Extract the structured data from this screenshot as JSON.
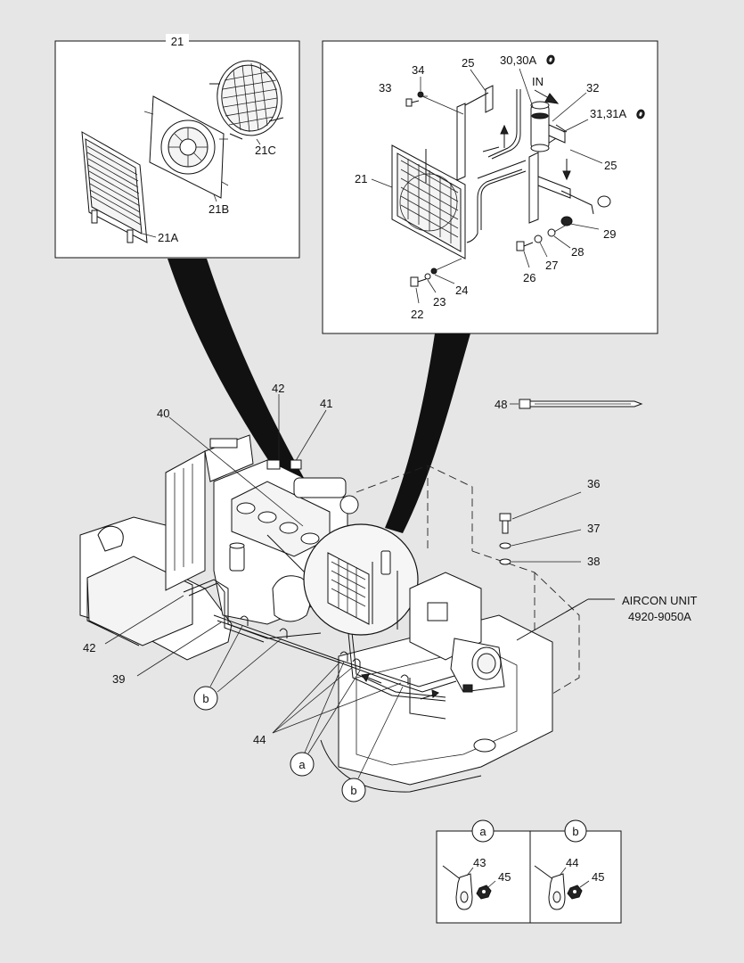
{
  "inset_left": {
    "title": "21",
    "labels": {
      "grille": "21A",
      "shroud": "21B",
      "fan_guard": "21C"
    }
  },
  "inset_right": {
    "labels": {
      "radiator": "21",
      "bolt_top": "33",
      "washer_top": "34",
      "bracket_top": "25",
      "drier": "30,30A",
      "inlet": "IN",
      "drier_bracket": "32",
      "pipe_fitting": "31,31A",
      "bracket_right": "25",
      "bolt_low": "22",
      "washer_low_a": "23",
      "washer_low_b": "24",
      "bolt_right": "26",
      "washer_right_a": "27",
      "washer_right_b": "28",
      "grommet": "29"
    }
  },
  "main": {
    "labels": {
      "cable_tie": "48",
      "bolt": "36",
      "washer_a": "37",
      "washer_b": "38",
      "aircon_unit": "AIRCON UNIT",
      "aircon_part_no": "4920-9050A",
      "hose_top": "42",
      "hose_left": "42",
      "harness": "40",
      "connector": "41",
      "hose_long": "39",
      "clamps": "44"
    },
    "callouts": {
      "a_top": "a",
      "b_left": "b",
      "b_bottom": "b"
    }
  },
  "detail_table": {
    "a": {
      "letter": "a",
      "clamp": "43",
      "nut": "45"
    },
    "b": {
      "letter": "b",
      "clamp": "44",
      "nut": "45"
    }
  }
}
